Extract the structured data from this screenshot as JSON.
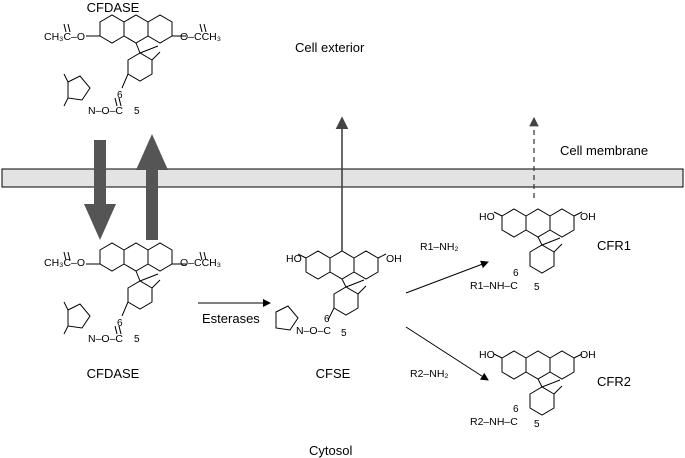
{
  "labels": {
    "cell_exterior": "Cell exterior",
    "cell_membrane": "Cell membrane",
    "cytosol": "Cytosol",
    "esterases": "Esterases",
    "r1_nh2": "R1–NH₂",
    "r2_nh2": "R2–NH₂"
  },
  "molecules": {
    "cfdase_top": {
      "name": "CFDASE",
      "acetyl_left": "CH₃C–O",
      "acetyl_right": "O–CCH₃",
      "ester_link": "N–O–C",
      "pos_a": "6",
      "pos_b": "5"
    },
    "cfdase_bottom": {
      "name": "CFDASE",
      "acetyl_left": "CH₃C–O",
      "acetyl_right": "O–CCH₃",
      "ester_link": "N–O–C",
      "pos_a": "6",
      "pos_b": "5"
    },
    "cfse": {
      "name": "CFSE",
      "ho_left": "HO",
      "oh_right": "OH",
      "ester_link": "N–O–C",
      "pos_a": "6",
      "pos_b": "5"
    },
    "cfr1": {
      "name": "CFR1",
      "ho_left": "HO",
      "oh_right": "OH",
      "amide": "R1–NH–C",
      "pos_a": "6",
      "pos_b": "5"
    },
    "cfr2": {
      "name": "CFR2",
      "ho_left": "HO",
      "oh_right": "OH",
      "amide": "R2–NH–C",
      "pos_a": "6",
      "pos_b": "5"
    }
  },
  "colors": {
    "membrane_fill": "#e3e3e3",
    "arrow_gray": "#555555"
  }
}
